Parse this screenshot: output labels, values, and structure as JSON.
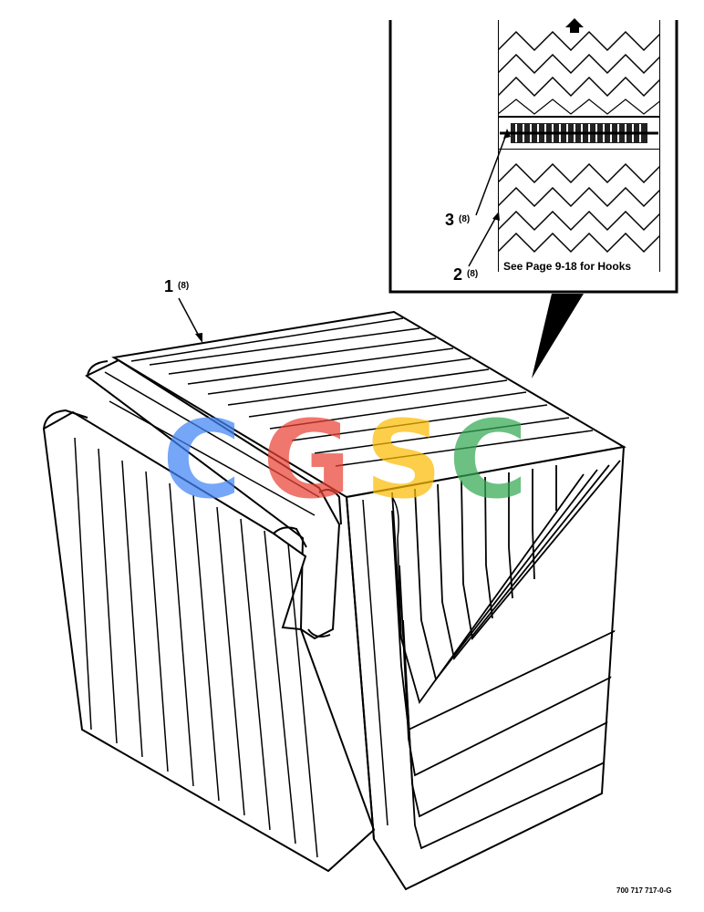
{
  "callouts": [
    {
      "number": "1",
      "qty": "(8)"
    },
    {
      "number": "2",
      "qty": "(8)"
    },
    {
      "number": "3",
      "qty": "(8)"
    }
  ],
  "inset_note": "See Page 9-18 for Hooks",
  "drawing_number": "700 717 717-0-G",
  "watermark": {
    "letters": [
      "C",
      "G",
      "S",
      "C"
    ],
    "colors": [
      "#4285F4",
      "#EA4335",
      "#FBBC05",
      "#34A853"
    ]
  }
}
